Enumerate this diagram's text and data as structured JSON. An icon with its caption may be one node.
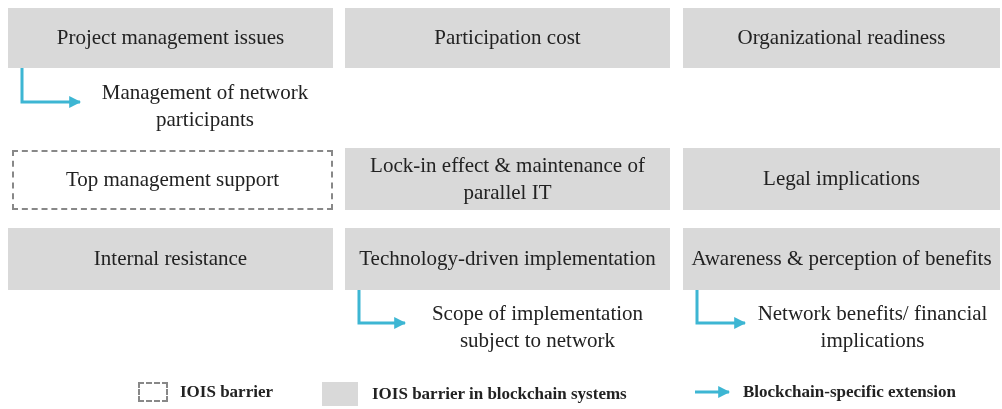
{
  "diagram": {
    "nodes": [
      {
        "text": [
          "Project management issues"
        ]
      },
      {
        "text": [
          "Participation cost"
        ]
      },
      {
        "text": [
          "Organizational readiness"
        ]
      },
      {
        "text": [
          "Management of network participants"
        ]
      },
      {
        "text": [
          "Top management support"
        ]
      },
      {
        "text": [
          "Lock-in effect & maintenance of parallel IT"
        ]
      },
      {
        "text": [
          "Legal implications"
        ]
      },
      {
        "text": [
          "Internal resistance"
        ]
      },
      {
        "text": [
          "Technology-driven implementation"
        ]
      },
      {
        "text": [
          "Awareness & perception of benefits"
        ]
      },
      {
        "text": [
          "Scope of implementation subject to network"
        ]
      },
      {
        "text": [
          "Network benefits/ financial implications"
        ]
      }
    ],
    "edges": [
      {
        "from": 0,
        "to": 3,
        "arrow": "to"
      },
      {
        "from": 8,
        "to": 10,
        "arrow": "to"
      },
      {
        "from": 9,
        "to": 11,
        "arrow": "to"
      }
    ],
    "legend": [
      {
        "text": "IOIS barrier"
      },
      {
        "text": "IOIS barrier in blockchain systems",
        "color": "#d9d9d9"
      },
      {
        "text": "Blockchain-specific extension"
      }
    ]
  }
}
